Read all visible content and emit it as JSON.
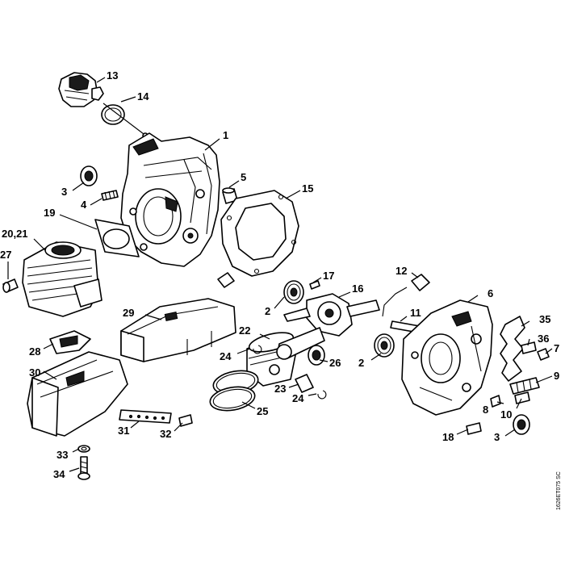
{
  "diagram": {
    "reference_code": "1626ET075 SC",
    "labels": {
      "l1": "1",
      "l2a": "2",
      "l2b": "2",
      "l3a": "3",
      "l3b": "3",
      "l4": "4",
      "l5": "5",
      "l6": "6",
      "l7": "7",
      "l8": "8",
      "l9": "9",
      "l10": "10",
      "l11": "11",
      "l12": "12",
      "l13": "13",
      "l14": "14",
      "l15": "15",
      "l16": "16",
      "l17": "17",
      "l18": "18",
      "l19": "19",
      "l2021": "20,21",
      "l22": "22",
      "l23": "23",
      "l24a": "24",
      "l24b": "24",
      "l25": "25",
      "l26": "26",
      "l27": "27",
      "l28": "28",
      "l29": "29",
      "l30": "30",
      "l31": "31",
      "l32": "32",
      "l33": "33",
      "l34": "34",
      "l35": "35",
      "l36": "36"
    }
  }
}
